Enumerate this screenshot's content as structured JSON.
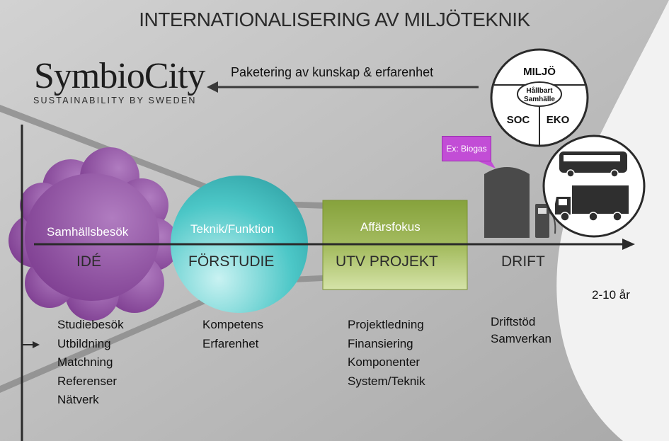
{
  "title": "INTERNATIONALISERING AV MILJÖTEKNIK",
  "logo": {
    "name": "SymbioCity",
    "tagline": "SUSTAINABILITY BY SWEDEN"
  },
  "arrow_label": "Paketering av kunskap & erfarenhet",
  "sustainability_circle": {
    "top": "MILJÖ",
    "center_line1": "Hållbart",
    "center_line2": "Samhälle",
    "left": "SOC",
    "right": "EKO"
  },
  "callout": "Ex: Biogas",
  "duration": "2-10 år",
  "stages": [
    {
      "name": "IDÉ",
      "focus": "Samhällsbesök",
      "items": [
        "Studiebesök",
        "Utbildning",
        "Matchning",
        "Referenser",
        "Nätverk"
      ]
    },
    {
      "name": "FÖRSTUDIE",
      "focus": "Teknik/Funktion",
      "items": [
        "Kompetens",
        "Erfarenhet"
      ]
    },
    {
      "name": "UTV PROJEKT",
      "focus": "Affärsfokus",
      "items": [
        "Projektledning",
        "Finansiering",
        "Komponenter",
        "System/Teknik"
      ]
    },
    {
      "name": "DRIFT",
      "focus": "",
      "items": [
        "Driftstöd",
        "Samverkan"
      ]
    }
  ],
  "colors": {
    "cloud": "#8a4a9c",
    "circle": "#45c4c4",
    "box": "#8faa4a",
    "callout": "#c24dd6",
    "timeline": "#2a2a2a"
  }
}
